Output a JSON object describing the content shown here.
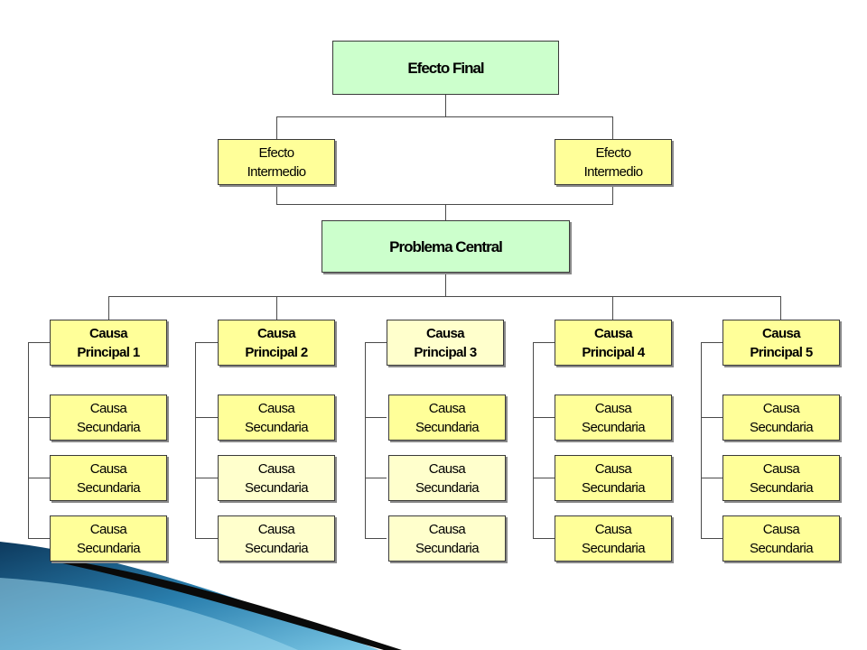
{
  "diagram": {
    "final_effect": "Efecto Final",
    "intermediate_effects": [
      {
        "line1": "Efecto",
        "line2": "Intermedio"
      },
      {
        "line1": "Efecto",
        "line2": "Intermedio"
      }
    ],
    "central_problem": "Problema Central",
    "main_causes": [
      {
        "line1": "Causa",
        "line2": "Principal 1",
        "secondary": [
          {
            "line1": "Causa",
            "line2": "Secundaria"
          },
          {
            "line1": "Causa",
            "line2": "Secundaria"
          },
          {
            "line1": "Causa",
            "line2": "Secundaria"
          }
        ]
      },
      {
        "line1": "Causa",
        "line2": "Principal 2",
        "secondary": [
          {
            "line1": "Causa",
            "line2": "Secundaria"
          },
          {
            "line1": "Causa",
            "line2": "Secundaria"
          },
          {
            "line1": "Causa",
            "line2": "Secundaria"
          }
        ]
      },
      {
        "line1": "Causa",
        "line2": "Principal 3",
        "secondary": [
          {
            "line1": "Causa",
            "line2": "Secundaria"
          },
          {
            "line1": "Causa",
            "line2": "Secundaria"
          },
          {
            "line1": "Causa",
            "line2": "Secundaria"
          }
        ]
      },
      {
        "line1": "Causa",
        "line2": "Principal 4",
        "secondary": [
          {
            "line1": "Causa",
            "line2": "Secundaria"
          },
          {
            "line1": "Causa",
            "line2": "Secundaria"
          },
          {
            "line1": "Causa",
            "line2": "Secundaria"
          }
        ]
      },
      {
        "line1": "Causa",
        "line2": "Principal 5",
        "secondary": [
          {
            "line1": "Causa",
            "line2": "Secundaria"
          },
          {
            "line1": "Causa",
            "line2": "Secundaria"
          },
          {
            "line1": "Causa",
            "line2": "Secundaria"
          }
        ]
      }
    ]
  },
  "colors": {
    "top_boxes": "#ccffcc",
    "cause_boxes": "#ffff99",
    "secondary_pale_boxes": "#ffffcc",
    "slide_accent_dark": "#13466e",
    "slide_accent_light": "#5fb7da"
  }
}
